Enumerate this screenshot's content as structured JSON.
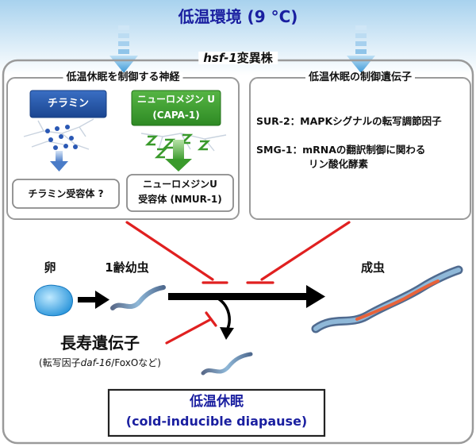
{
  "header": {
    "condition": "低温環境 (9 °C)"
  },
  "mutant": {
    "gene": "hsf-1",
    "suffix": "変異株"
  },
  "left_panel": {
    "title": "低温休眠を制御する神経",
    "tyramine_label": "チラミン",
    "tyramine_receptor": "チラミン受容体 ?",
    "neuromedin_label_1": "ニューロメジン U",
    "neuromedin_label_2": "(CAPA-1)",
    "neuromedin_receptor_1": "ニューロメジンU",
    "neuromedin_receptor_2": "受容体 (NMUR-1)"
  },
  "right_panel": {
    "title": "低温休眠の制御遺伝子",
    "items": [
      {
        "name": "SUR-2",
        "desc": "：MAPKシグナルの転写調節因子"
      },
      {
        "name": "SMG-1",
        "desc": "：mRNAの翻訳制御に関わる",
        "desc2": "リン酸化酵素"
      }
    ]
  },
  "lifecycle": {
    "egg": "卵",
    "larva": "1齢幼虫",
    "adult": "成虫"
  },
  "longevity": {
    "title": "長寿遺伝子",
    "note_prefix": "(転写因子",
    "note_italic": "daf-16",
    "note_suffix": "/FoxOなど)"
  },
  "outcome": {
    "line1": "低温休眠",
    "line2": "(cold-inducible diapause)"
  },
  "colors": {
    "header_text": "#1a1fa0",
    "outcome_text": "#1a1fa0",
    "tyramine_box": "#1f4f9e",
    "neuromedin_box": "#3a9a2c",
    "inhibit": "#e02020",
    "arrow": "#000000",
    "cold_arrow": "#5aaee0"
  }
}
